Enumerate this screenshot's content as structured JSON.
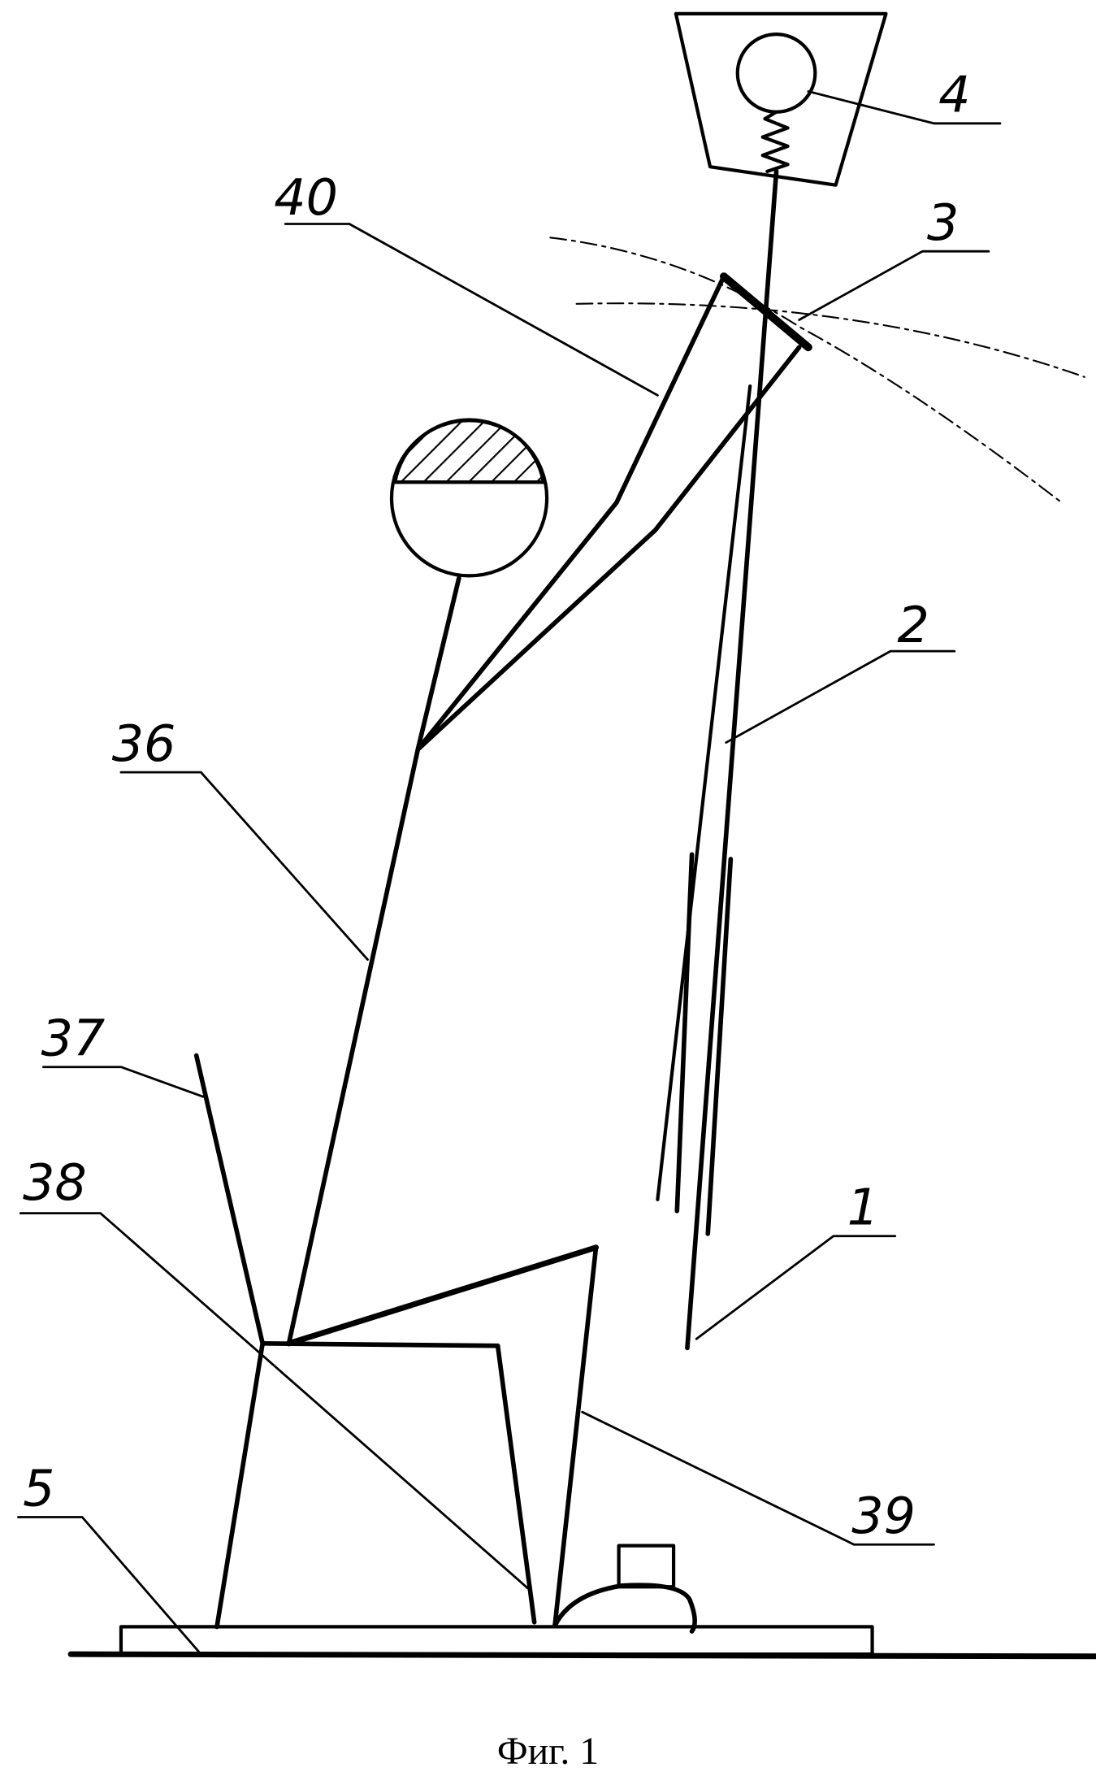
{
  "figure": {
    "caption": "Фиг. 1",
    "labels": {
      "l1": "1",
      "l2": "2",
      "l3": "3",
      "l4": "4",
      "l5": "5",
      "l36": "36",
      "l37": "37",
      "l38": "38",
      "l39": "39",
      "l40": "40"
    }
  }
}
